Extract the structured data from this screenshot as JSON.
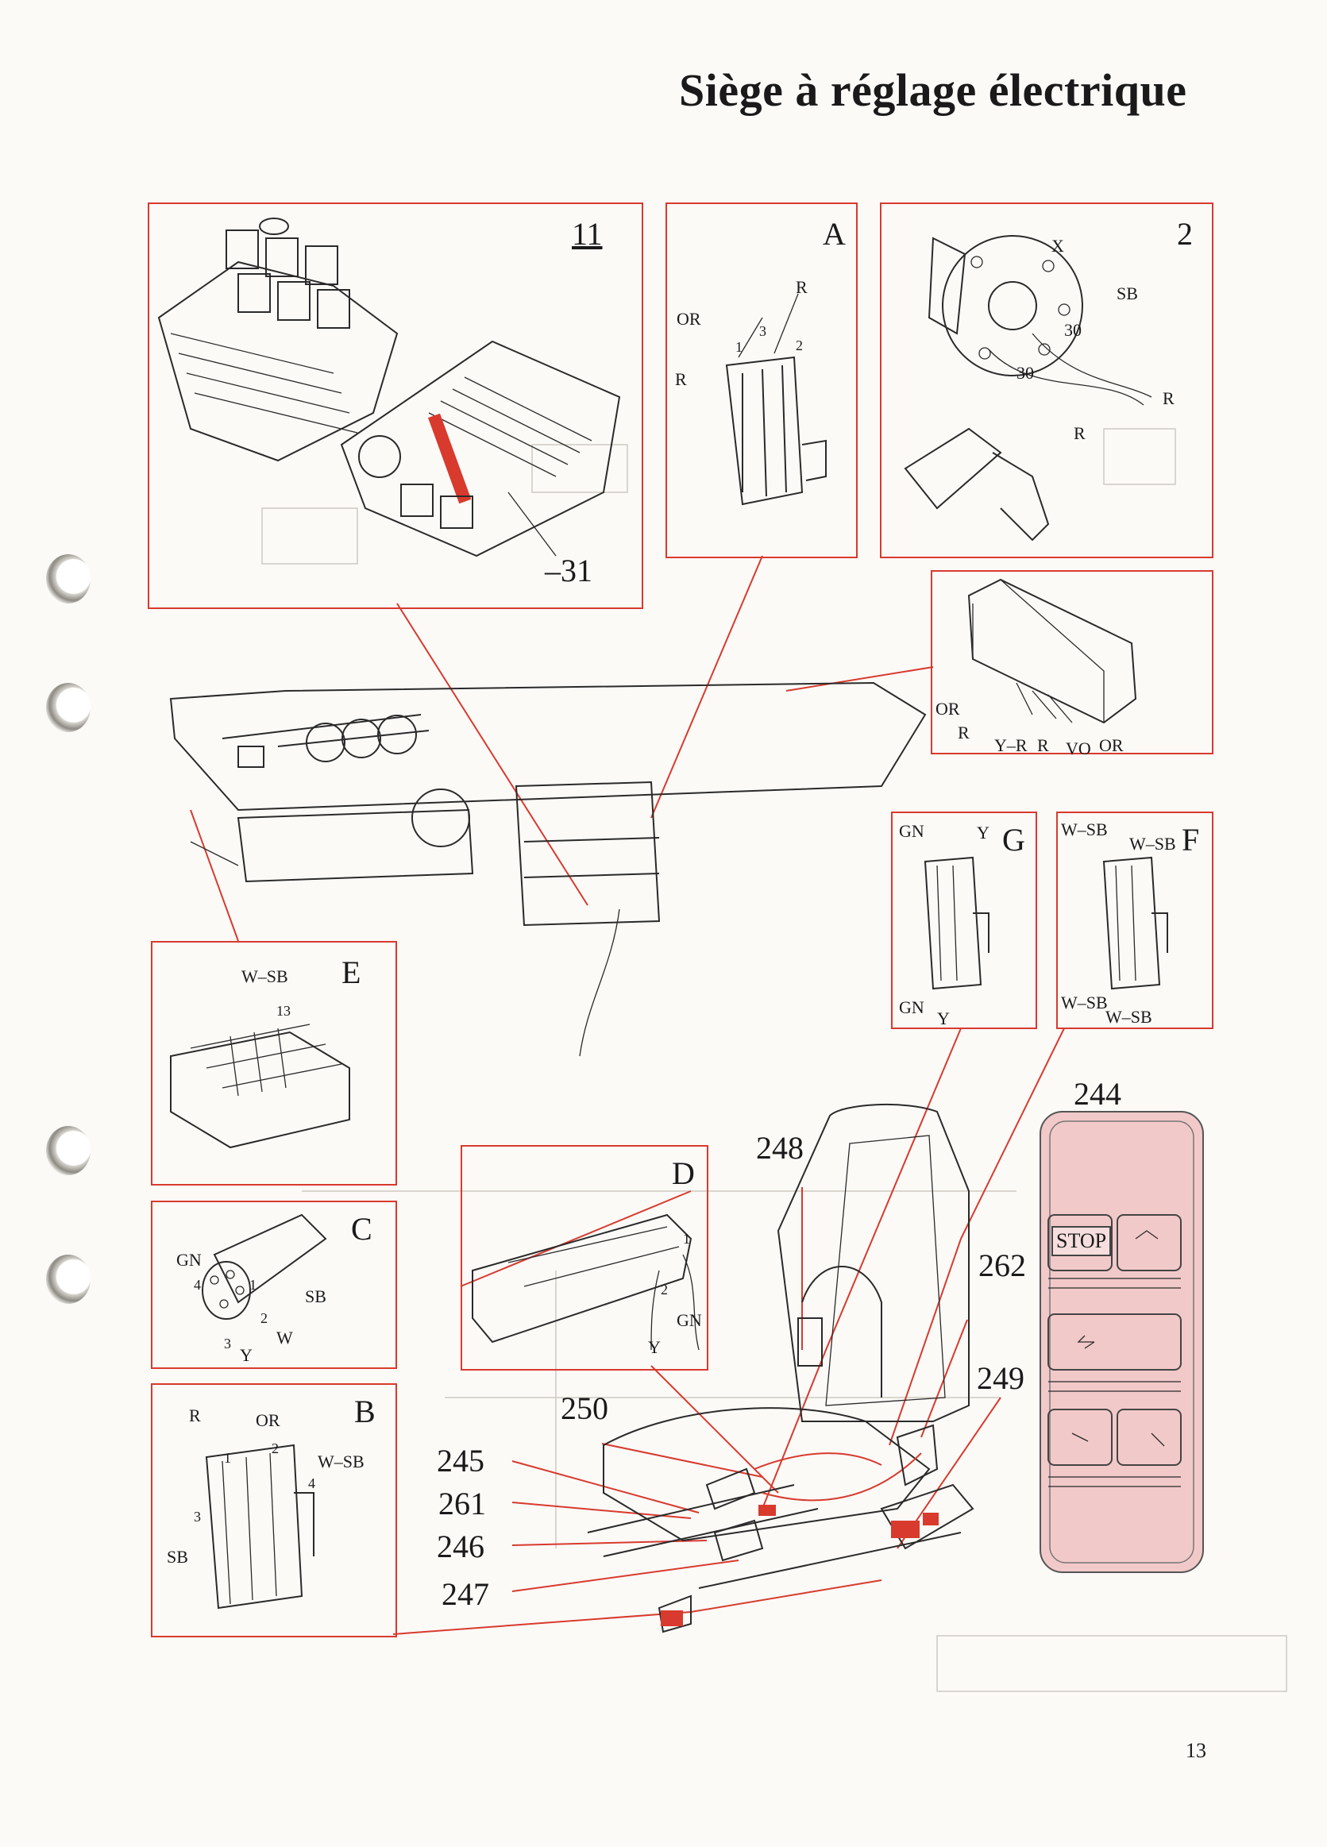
{
  "page": {
    "title": "Siège à réglage électrique",
    "page_number": "13"
  },
  "panels": {
    "p11": {
      "id": "11",
      "callout": "–31"
    },
    "pA": {
      "id": "A",
      "labels": [
        "OR",
        "R",
        "R",
        "1",
        "3",
        "2"
      ]
    },
    "p2": {
      "id": "2",
      "labels": [
        "X",
        "SB",
        "30",
        "30",
        "R",
        "R"
      ]
    },
    "pUnit": {
      "labels": [
        "OR",
        "R",
        "Y–R",
        "R",
        "VO",
        "OR"
      ]
    },
    "pG": {
      "id": "G",
      "labels": [
        "GN",
        "Y",
        "GN",
        "Y"
      ]
    },
    "pF": {
      "id": "F",
      "labels": [
        "W–SB",
        "W–SB",
        "W–SB",
        "W–SB"
      ]
    },
    "pE": {
      "id": "E",
      "labels": [
        "W–SB",
        "13"
      ]
    },
    "pC": {
      "id": "C",
      "labels": [
        "GN",
        "4",
        "1",
        "SB",
        "2",
        "W",
        "3",
        "Y"
      ]
    },
    "pB": {
      "id": "B",
      "labels": [
        "R",
        "OR",
        "1",
        "2",
        "W–SB",
        "4",
        "3",
        "SB"
      ]
    },
    "pD": {
      "id": "D",
      "labels": [
        "1",
        "2",
        "GN",
        "Y"
      ]
    }
  },
  "callouts": [
    "248",
    "262",
    "244",
    "249",
    "250",
    "245",
    "261",
    "246",
    "247"
  ],
  "control_panel": {
    "stop_label": "STOP",
    "fill_color": "#f2c9c9"
  },
  "colors": {
    "accent": "#d83a2e",
    "paper": "#fbfaf7",
    "ink": "#1a1a1a"
  }
}
